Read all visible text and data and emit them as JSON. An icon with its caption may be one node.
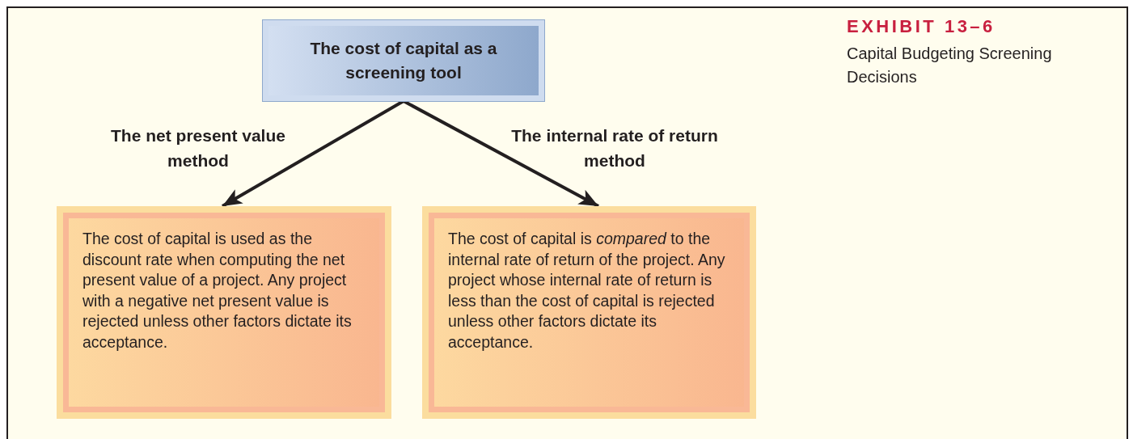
{
  "diagram": {
    "title": "EXHIBIT 13–6",
    "caption": "Capital Budgeting Screening Decisions",
    "nodes": [
      {
        "text": [
          "The cost of capital as a screening tool"
        ]
      },
      {
        "text": [
          "The cost of capital is used as the discount rate when computing the net present value of a project. Any project with a negative net present value is rejected unless other factors dictate its acceptance."
        ]
      },
      {
        "text": [
          "The cost of capital is *compared* to the internal rate of return of the project. Any project whose internal rate of return is less than the cost of capital is rejected unless other factors dictate its acceptance."
        ]
      }
    ],
    "edges": [
      {
        "from": 0,
        "to": 1,
        "arrow": "to",
        "label": "The net present value method"
      },
      {
        "from": 0,
        "to": 2,
        "arrow": "to",
        "label": "The internal rate of return method"
      }
    ]
  }
}
